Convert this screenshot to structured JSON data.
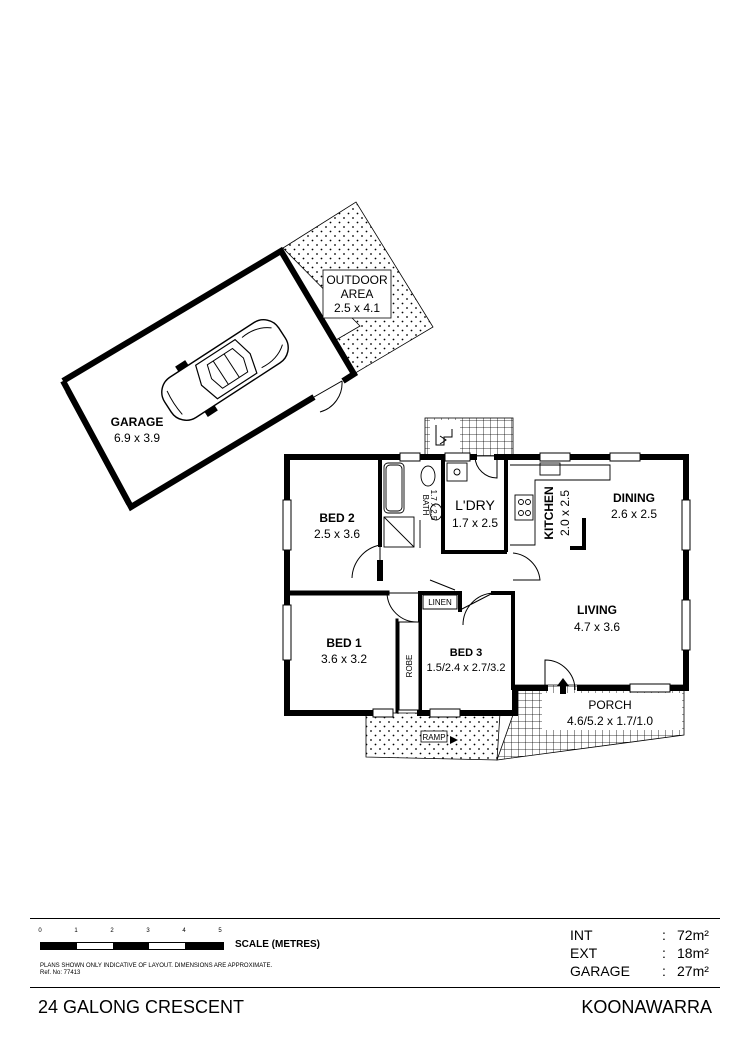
{
  "rooms": {
    "outdoor": {
      "name": "OUTDOOR",
      "name2": "AREA",
      "size": "2.5 x 4.1"
    },
    "garage": {
      "name": "GARAGE",
      "size": "6.9 x 3.9"
    },
    "bed2": {
      "name": "BED 2",
      "size": "2.5 x 3.6"
    },
    "bath": {
      "name": "BATH",
      "size": "1.7 x 2.5"
    },
    "laundry": {
      "name": "L'DRY",
      "size": "1.7 x 2.5"
    },
    "kitchen": {
      "name": "KITCHEN",
      "size": "2.0 x 2.5"
    },
    "dining": {
      "name": "DINING",
      "size": "2.6 x 2.5"
    },
    "living": {
      "name": "LIVING",
      "size": "4.7 x 3.6"
    },
    "bed1": {
      "name": "BED 1",
      "size": "3.6 x 3.2"
    },
    "bed3": {
      "name": "BED 3",
      "size": "1.5/2.4 x 2.7/3.2"
    },
    "porch": {
      "name": "PORCH",
      "size": "4.6/5.2 x 1.7/1.0"
    }
  },
  "labels": {
    "linen": "LINEN",
    "robe": "ROBE",
    "ramp": "RAMP"
  },
  "scale": {
    "ticks": [
      "0",
      "1",
      "2",
      "3",
      "4",
      "5"
    ],
    "title": "SCALE (METRES)",
    "disclaimer": "PLANS SHOWN ONLY INDICATIVE OF LAYOUT.  DIMENSIONS ARE APPROXIMATE.",
    "ref": "Ref. No: 77413"
  },
  "areas": [
    {
      "label": "INT",
      "value": "72m²"
    },
    {
      "label": "EXT",
      "value": "18m²"
    },
    {
      "label": "GARAGE",
      "value": "27m²"
    }
  ],
  "areas_colon": ":",
  "address": "24 GALONG CRESCENT",
  "suburb": "KOONAWARRA"
}
